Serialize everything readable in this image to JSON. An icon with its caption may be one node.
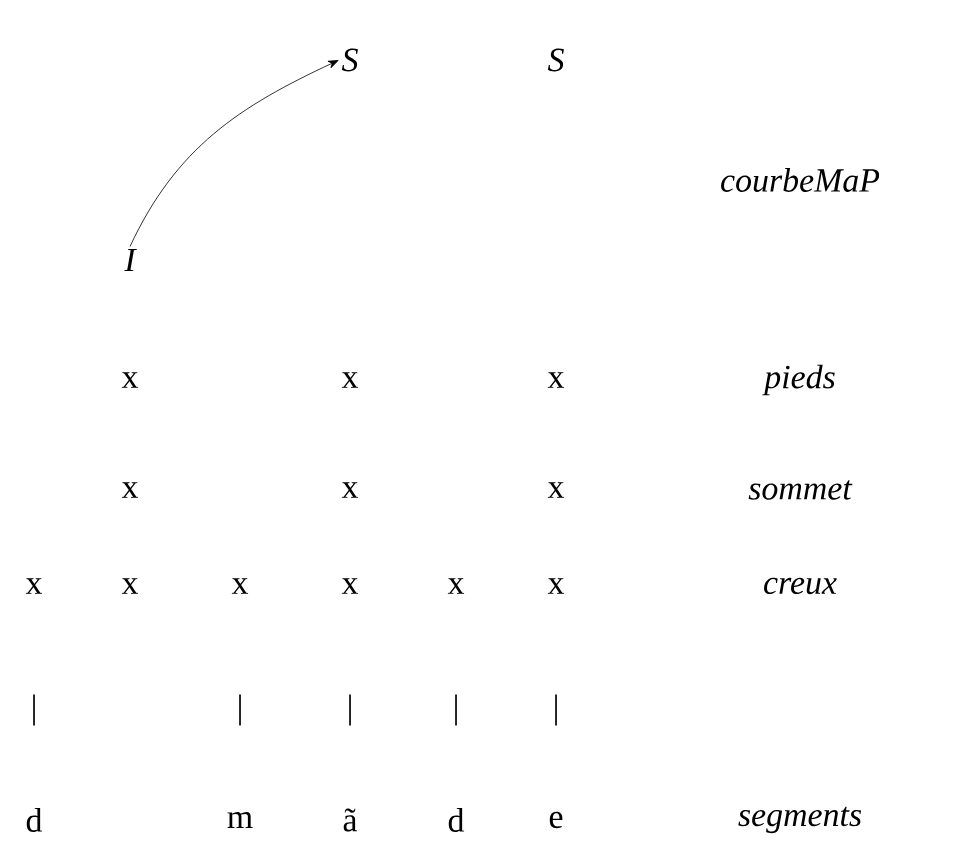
{
  "diagram": {
    "nodes": [
      {
        "text": [
          "I"
        ]
      },
      {
        "text": [
          "S"
        ]
      }
    ],
    "edges": [
      {
        "from": 0,
        "to": 1,
        "arrow": "to"
      }
    ],
    "labels": [
      "S",
      "courbeMaP",
      "x",
      "x",
      "x",
      "pieds",
      "x",
      "x",
      "x",
      "sommet",
      "x",
      "x",
      "x",
      "x",
      "x",
      "x",
      "creux",
      "|",
      "|",
      "|",
      "|",
      "|",
      "d",
      "m",
      "ã",
      "d",
      "e",
      "segments"
    ]
  }
}
